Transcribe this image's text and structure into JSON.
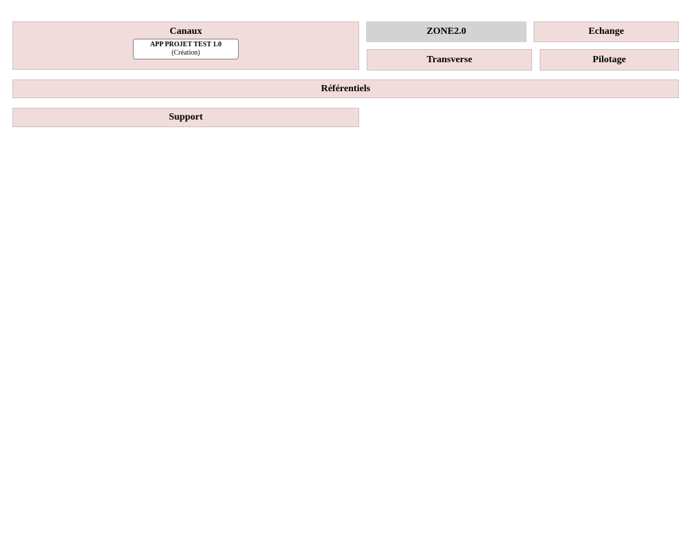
{
  "colors": {
    "background": "#ffffff",
    "zone_fill_pink": "#f2dcdb",
    "zone_border_pink": "#c9c0c3",
    "zone_fill_gray": "#d3d3d3",
    "node_fill": "#ffffff",
    "node_border": "#7f7f7f",
    "text": "#000000"
  },
  "zones": {
    "canaux": {
      "label": "Canaux"
    },
    "zone2": {
      "label": "ZONE2.0"
    },
    "echange": {
      "label": "Echange"
    },
    "transverse": {
      "label": "Transverse"
    },
    "pilotage": {
      "label": "Pilotage"
    },
    "referentiels": {
      "label": "Référentiels"
    },
    "support": {
      "label": "Support"
    }
  },
  "app_node": {
    "title": "APP PROJET TEST 1.0",
    "subtitle": "(Création)"
  }
}
